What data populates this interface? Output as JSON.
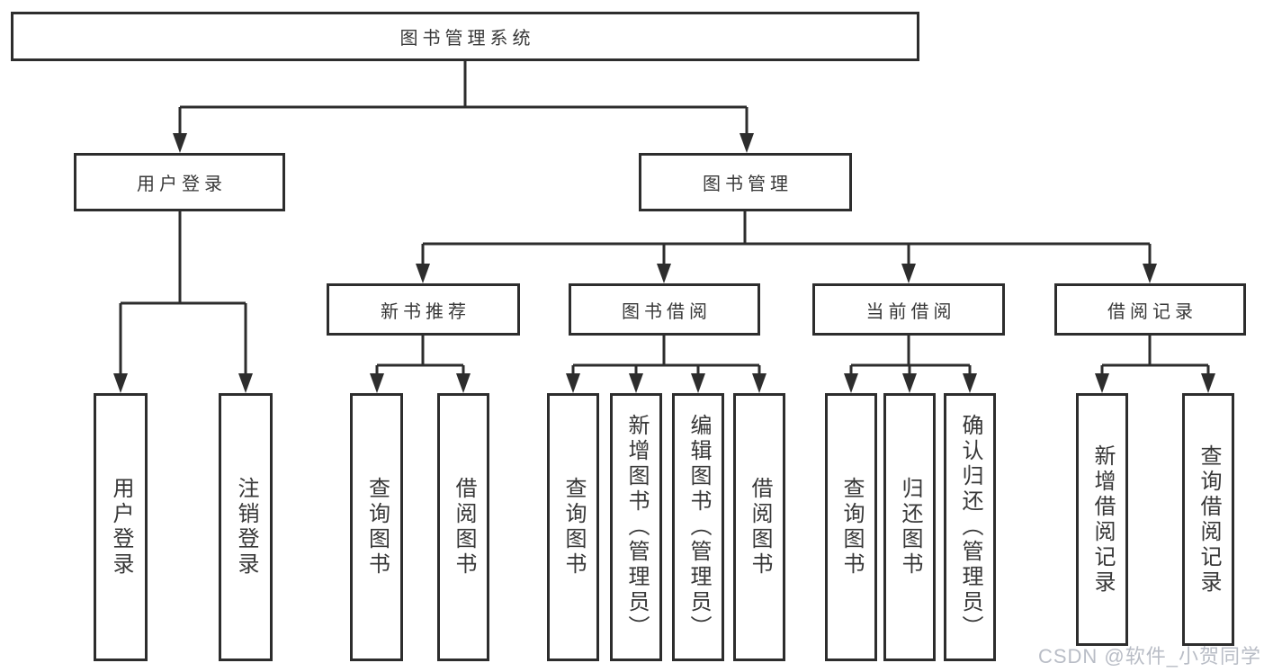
{
  "tree": {
    "root": {
      "label": "图书管理系统"
    },
    "branches": [
      {
        "label": "用户登录",
        "children": [
          {
            "label": "用户登录"
          },
          {
            "label": "注销登录"
          }
        ]
      },
      {
        "label": "图书管理",
        "children": [
          {
            "label": "新书推荐",
            "children": [
              {
                "label": "查询图书"
              },
              {
                "label": "借阅图书"
              }
            ]
          },
          {
            "label": "图书借阅",
            "children": [
              {
                "label": "查询图书"
              },
              {
                "label": "新增图书（管理员）"
              },
              {
                "label": "编辑图书（管理员）"
              },
              {
                "label": "借阅图书"
              }
            ]
          },
          {
            "label": "当前借阅",
            "children": [
              {
                "label": "查询图书"
              },
              {
                "label": "归还图书"
              },
              {
                "label": "确认归还（管理员）"
              }
            ]
          },
          {
            "label": "借阅记录",
            "children": [
              {
                "label": "新增借阅记录"
              },
              {
                "label": "查询借阅记录"
              }
            ]
          }
        ]
      }
    ]
  },
  "watermark": "CSDN @软件_小贺同学",
  "colors": {
    "line": "#2d2d2d",
    "text": "#383838",
    "watermark": "#b9bdc6",
    "background": "#ffffff"
  }
}
